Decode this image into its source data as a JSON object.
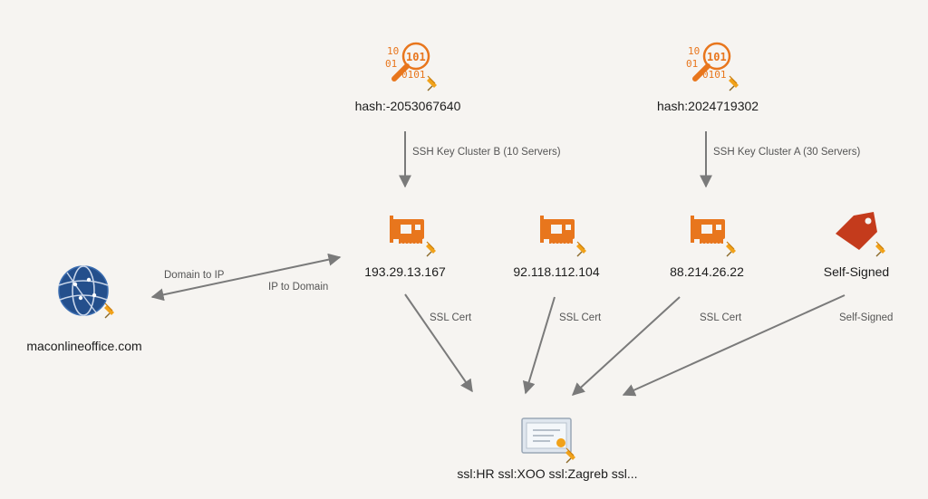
{
  "colors": {
    "background": "#f6f4f1",
    "accent_orange": "#e8761d",
    "edge": "#7a7a7a",
    "globe_blue": "#244f8c",
    "tag_red": "#c43b1c",
    "pin": "#f1a21a"
  },
  "nodes": {
    "hash_b": {
      "label": "hash:-2053067640",
      "icon": "binary-search-icon"
    },
    "hash_a": {
      "label": "hash:2024719302",
      "icon": "binary-search-icon"
    },
    "ip_1": {
      "label": "193.29.13.167",
      "icon": "network-card-icon"
    },
    "ip_2": {
      "label": "92.118.112.104",
      "icon": "network-card-icon"
    },
    "ip_3": {
      "label": "88.214.26.22",
      "icon": "network-card-icon"
    },
    "selfsigned": {
      "label": "Self-Signed",
      "icon": "tag-icon"
    },
    "domain": {
      "label": "maconlineoffice.com",
      "icon": "globe-icon"
    },
    "cert": {
      "label": "ssl:HR ssl:XOO  ssl:Zagreb  ssl...",
      "icon": "certificate-icon"
    }
  },
  "edges": {
    "ssh_b": "SSH Key Cluster B (10 Servers)",
    "ssh_a": "SSH Key Cluster A (30 Servers)",
    "domain_to_ip": "Domain to IP",
    "ip_to_domain": "IP to Domain",
    "ssl_1": "SSL Cert",
    "ssl_2": "SSL Cert",
    "ssl_3": "SSL Cert",
    "self_signed": "Self-Signed"
  }
}
